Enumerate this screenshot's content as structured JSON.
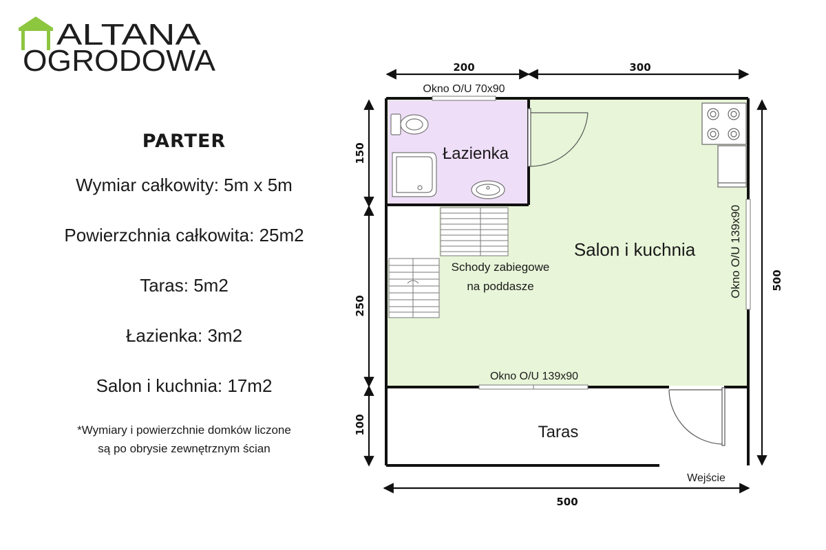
{
  "brand": {
    "line1": "ALTANA",
    "line2": "OGRODOWA",
    "accent_color": "#8dc63f"
  },
  "info": {
    "title": "PARTER",
    "stats": [
      "Wymiar całkowity:  5m x 5m",
      "Powierzchnia całkowita: 25m2",
      "Taras: 5m2",
      "Łazienka: 3m2",
      "Salon i kuchnia: 17m2"
    ],
    "note_line1": "*Wymiary i powierzchnie domków liczone",
    "note_line2": "są po obrysie zewnętrznym ścian"
  },
  "plan": {
    "dims": {
      "top_left": "200",
      "top_right": "300",
      "bottom": "500",
      "right": "500",
      "left_top": "150",
      "left_mid": "250",
      "left_bottom": "100"
    },
    "rooms": {
      "bathroom": "Łazienka",
      "living": "Salon i kuchnia",
      "terrace": "Taras"
    },
    "stairs_line1": "Schody zabiegowe",
    "stairs_line2": "na poddasze",
    "window_top": "Okno O/U 70x90",
    "window_right": "Okno O/U 139x90",
    "window_bottom": "Okno O/U 139x90",
    "entrance": "Wejście",
    "colors": {
      "bathroom_fill": "#efdef7",
      "living_fill": "#e8f5d8",
      "wall": "#111111"
    }
  }
}
